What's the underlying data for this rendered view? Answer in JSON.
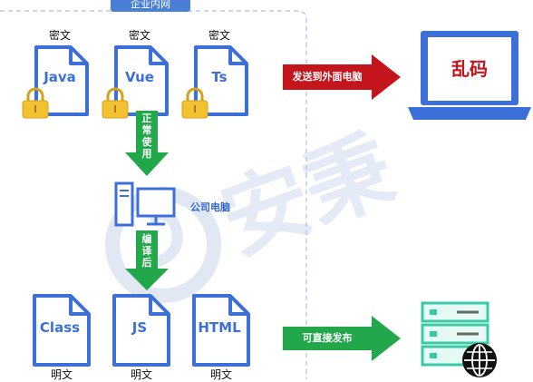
{
  "zone_label": "企业内网",
  "top_files": [
    {
      "name": "Java",
      "caption": "密文"
    },
    {
      "name": "Vue",
      "caption": "密文"
    },
    {
      "name": "Ts",
      "caption": "密文"
    }
  ],
  "arrow_use": "正常使用",
  "computer_label": "公司电脑",
  "arrow_compile": "编译后",
  "bottom_files": [
    {
      "name": "Class",
      "caption": "明文"
    },
    {
      "name": "JS",
      "caption": "明文"
    },
    {
      "name": "HTML",
      "caption": "明文"
    }
  ],
  "arrow_send": "发送到外面电脑",
  "laptop_text": "乱码",
  "arrow_publish": "可直接发布",
  "watermark": "安秉",
  "colors": {
    "blue": "#3d6fd8",
    "lock": "#f2c232",
    "green": "#22a84a",
    "red": "#c4151c",
    "teal": "#38c9a7"
  }
}
